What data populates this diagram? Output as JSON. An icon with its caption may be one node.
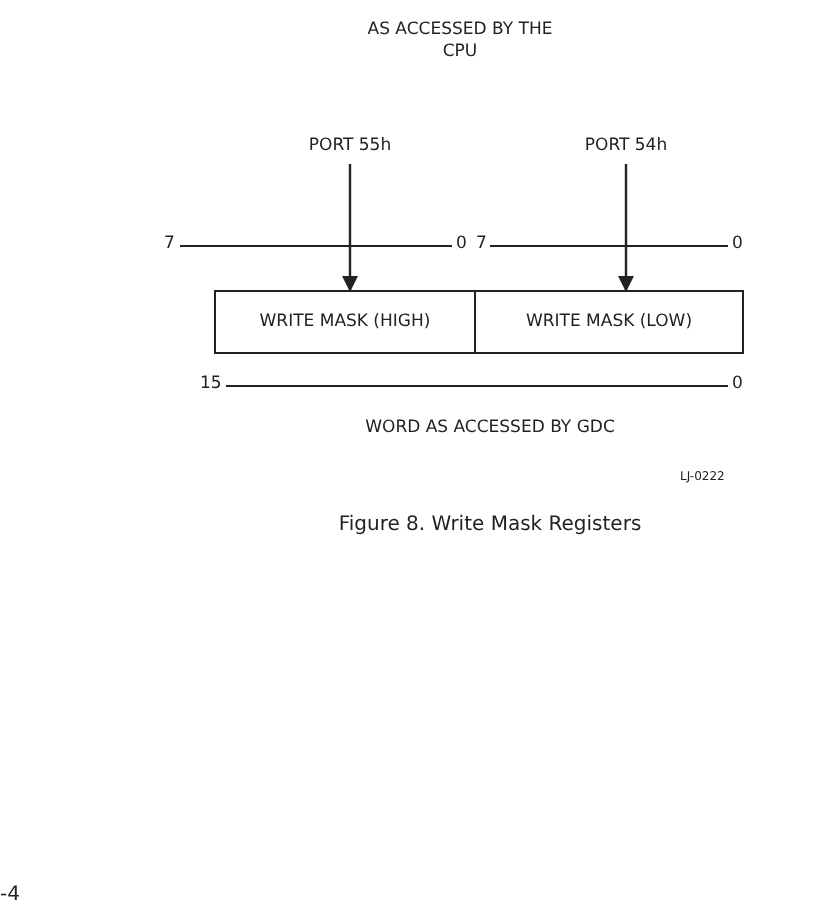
{
  "diagram": {
    "caption": "Figure 8. Write Mask Registers",
    "nodes": [
      {
        "text": [
          "PORT 55h"
        ]
      },
      {
        "text": [
          "PORT 54h"
        ]
      },
      {
        "text": [
          "WRITE MASK (HIGH)"
        ]
      },
      {
        "text": [
          "WRITE MASK (LOW)"
        ]
      }
    ],
    "edges": [
      {
        "from": 0,
        "to": 2,
        "arrow": "to"
      },
      {
        "from": 1,
        "to": 3,
        "arrow": "to"
      }
    ],
    "labels": [
      "AS ACCESSED BY THE CPU",
      "7",
      "0",
      "7",
      "0",
      "15",
      "0",
      "WORD AS ACCESSED BY GDC",
      "LJ-0222",
      "-4"
    ]
  }
}
